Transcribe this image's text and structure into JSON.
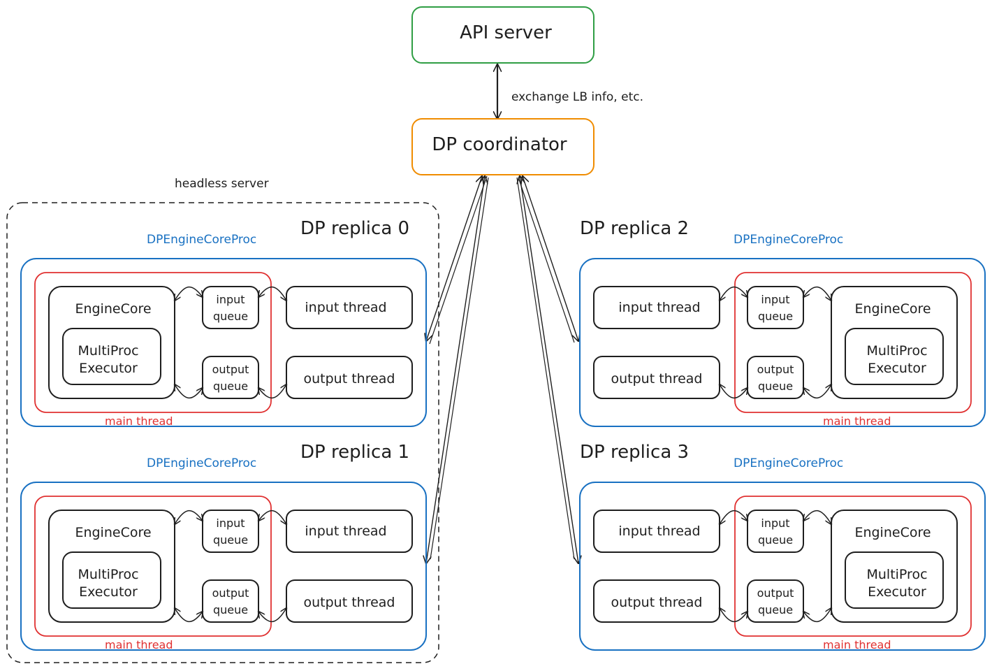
{
  "api_server": {
    "label": "API server"
  },
  "coordinator": {
    "label": "DP coordinator"
  },
  "edge_api_coordinator": {
    "label": "exchange LB info, etc."
  },
  "headless_server": {
    "label": "headless server"
  },
  "colors": {
    "api_server_border": "#2f9e44",
    "coordinator_border": "#f08c00",
    "proc_border": "#1971c2",
    "main_thread_border": "#e03131",
    "stroke": "#1e1e1e"
  },
  "replicas": [
    {
      "title": "DP replica 0",
      "proc_label": "DPEngineCoreProc",
      "main_thread": "main thread",
      "engine_core": "EngineCore",
      "executor_line1": "MultiProc",
      "executor_line2": "Executor",
      "input_queue_line1": "input",
      "input_queue_line2": "queue",
      "output_queue_line1": "output",
      "output_queue_line2": "queue",
      "input_thread": "input thread",
      "output_thread": "output thread"
    },
    {
      "title": "DP replica 1",
      "proc_label": "DPEngineCoreProc",
      "main_thread": "main thread",
      "engine_core": "EngineCore",
      "executor_line1": "MultiProc",
      "executor_line2": "Executor",
      "input_queue_line1": "input",
      "input_queue_line2": "queue",
      "output_queue_line1": "output",
      "output_queue_line2": "queue",
      "input_thread": "input thread",
      "output_thread": "output thread"
    },
    {
      "title": "DP replica 2",
      "proc_label": "DPEngineCoreProc",
      "main_thread": "main thread",
      "engine_core": "EngineCore",
      "executor_line1": "MultiProc",
      "executor_line2": "Executor",
      "input_queue_line1": "input",
      "input_queue_line2": "queue",
      "output_queue_line1": "output",
      "output_queue_line2": "queue",
      "input_thread": "input thread",
      "output_thread": "output thread"
    },
    {
      "title": "DP replica 3",
      "proc_label": "DPEngineCoreProc",
      "main_thread": "main thread",
      "engine_core": "EngineCore",
      "executor_line1": "MultiProc",
      "executor_line2": "Executor",
      "input_queue_line1": "input",
      "input_queue_line2": "queue",
      "output_queue_line1": "output",
      "output_queue_line2": "queue",
      "input_thread": "input thread",
      "output_thread": "output thread"
    }
  ]
}
